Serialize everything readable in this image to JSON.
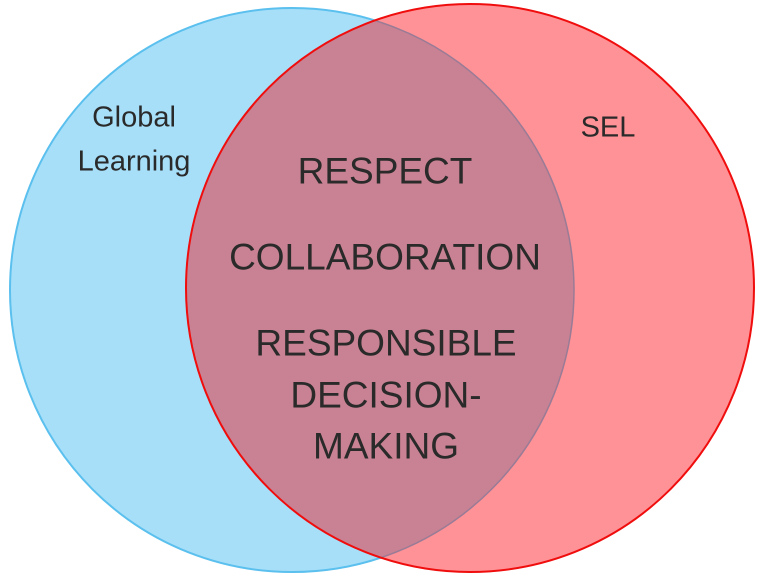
{
  "diagram": {
    "type": "venn",
    "sets": [
      {
        "name": "Global Learning",
        "label_lines": [
          "Global",
          "Learning"
        ],
        "fill": "#a7dff9",
        "stroke": "#5bc0ee"
      },
      {
        "name": "SEL",
        "label_lines": [
          "SEL"
        ],
        "fill": "#fe8f92",
        "fill_opacity": 0.92,
        "stroke": "#f00d0d"
      }
    ],
    "overlap": {
      "fill": "#c88293",
      "items": [
        "RESPECT",
        "COLLABORATION",
        "RESPONSIBLE DECISION-MAKING"
      ],
      "item_lines": {
        "respect": "RESPECT",
        "collaboration": "COLLABORATION",
        "rdm_line1": "RESPONSIBLE",
        "rdm_line2": "DECISION-",
        "rdm_line3": "MAKING"
      }
    }
  }
}
